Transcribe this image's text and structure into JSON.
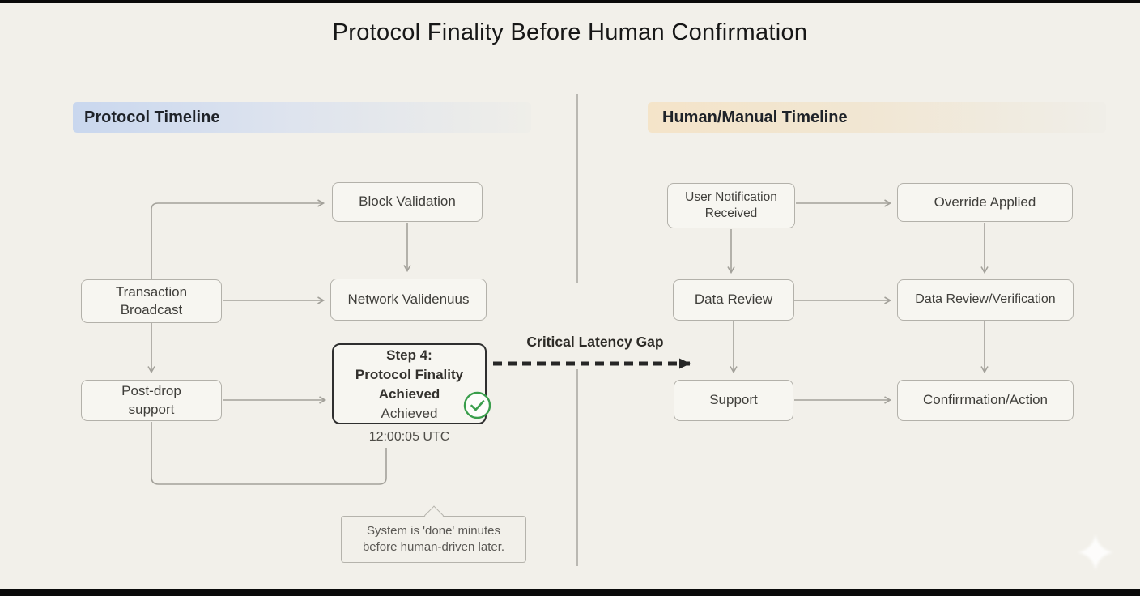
{
  "title": "Protocol Finality Before Human Confirmation",
  "panels": {
    "protocol": {
      "header": "Protocol Timeline",
      "nodes": {
        "block_validation": "Block Validation",
        "transaction_broadcast": "Transaction\nBroadcast",
        "network_validenuus": "Network Validenuus",
        "post_drop_support": "Post-drop\nsupport",
        "step4": {
          "bold_text": "Step 4:\nProtocol Finality\nAchieved",
          "regular_text": "Achieved",
          "timestamp": "12:00:05 UTC"
        }
      },
      "callout": "System is 'done' minutes\nbefore human-driven later."
    },
    "human": {
      "header": "Human/Manual Timeline",
      "nodes": {
        "user_notification": "User Notification\nReceived",
        "override_applied": "Override Applied",
        "data_review": "Data Review",
        "data_review_verification": "Data Review/Verification",
        "support": "Support",
        "confirmation_action": "Confirrmation/Action"
      }
    }
  },
  "gap_label": "Critical Latency Gap",
  "icons": {
    "finality_status": "check-circle-icon",
    "watermark": "sparkle-icon"
  },
  "colors": {
    "background": "#f2f0ea",
    "protocol_header_accent": "#c9d7ee",
    "human_header_accent": "#f4e4c9",
    "box_fill": "#f7f6f1",
    "box_border": "#b3b1aa",
    "step4_border": "#2f2f2f",
    "connector_gray": "#a3a19a",
    "gap_arrow_black": "#262626",
    "check_green": "#3a9e4c",
    "title_text": "#171717"
  }
}
